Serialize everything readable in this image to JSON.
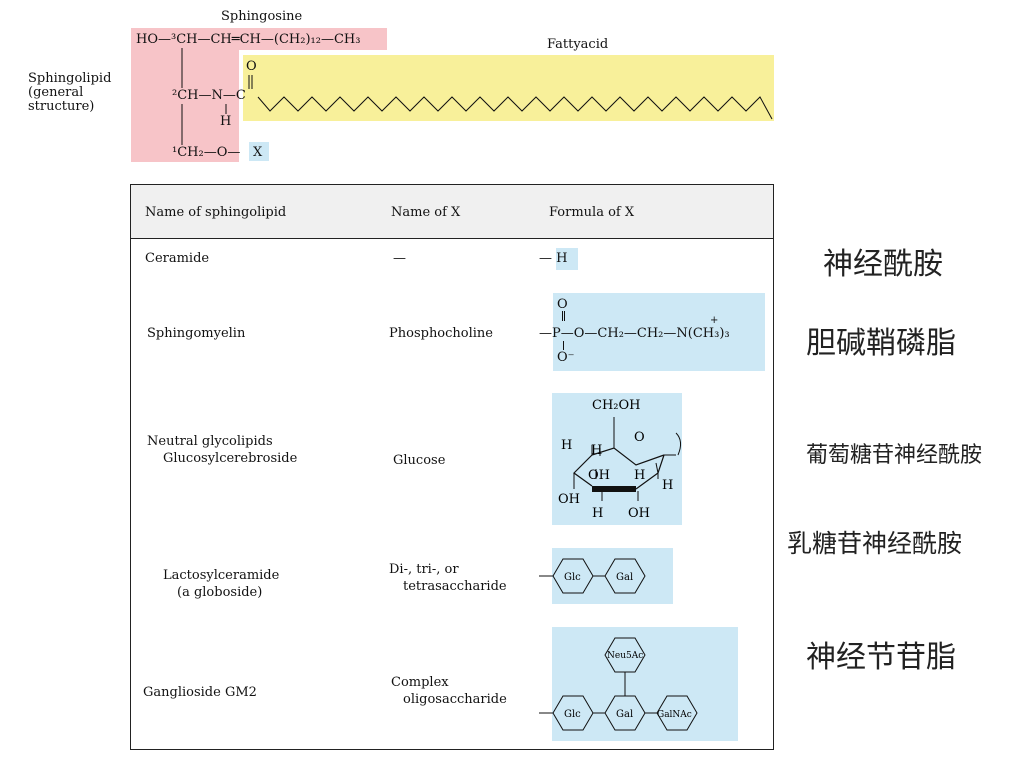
{
  "header": {
    "sphingosine_label": "Sphingosine",
    "fatty_acid_label": "Fattyacid",
    "sphingolipid_label": "Sphingolipid\n(general\nstructure)",
    "sphingosine_formula_top": "HO—³CH—CH═CH—(CH₂)₁₂—CH₃",
    "c2_label": "²CH—N—C",
    "nh_h": "H",
    "carbonyl_o": "O",
    "c1_label": "¹CH₂—O—",
    "x_label": "X"
  },
  "table": {
    "columns": [
      "Name of sphingolipid",
      "Name of X",
      "Formula of X"
    ],
    "rows": [
      {
        "name": "Ceramide",
        "x_name": "—",
        "formula": "— H",
        "annotation": "神经酰胺"
      },
      {
        "name": "Sphingomyelin",
        "x_name": "Phosphocholine",
        "formula_main": "—P—O—CH₂—CH₂—N(CH₃)₃",
        "formula_o_top": "O",
        "formula_o_bottom": "O⁻",
        "formula_plus": "+",
        "annotation": "胆碱鞘磷脂"
      },
      {
        "name_line1": "Neutral glycolipids",
        "name_line2": "Glucosylcerebroside",
        "x_name": "Glucose",
        "annotation": "葡萄糖苷神经酰胺"
      },
      {
        "name_line1": "Lactosylceramide",
        "name_line2": "(a globoside)",
        "x_name_line1": "Di-, tri-, or",
        "x_name_line2": "tetrasaccharide",
        "annotation": "乳糖苷神经酰胺"
      },
      {
        "name": "Ganglioside GM2",
        "x_name_line1": "Complex",
        "x_name_line2": "oligosaccharide",
        "annotation": "神经节苷脂"
      }
    ]
  },
  "glucose": {
    "ch2oh": "CH₂OH",
    "o": "O",
    "h1": "H",
    "h2": "H",
    "oh1": "OH",
    "h3": "H",
    "h4": "H",
    "oh2": "OH",
    "h5": "H",
    "oh3": "OH"
  },
  "sugars": {
    "glc": "Glc",
    "gal": "Gal",
    "neu5ac": "Neu5Ac",
    "galnac": "GalNAc"
  },
  "colors": {
    "pink": "#f7c4c8",
    "yellow": "#f8f09a",
    "blue": "#cde8f5"
  }
}
